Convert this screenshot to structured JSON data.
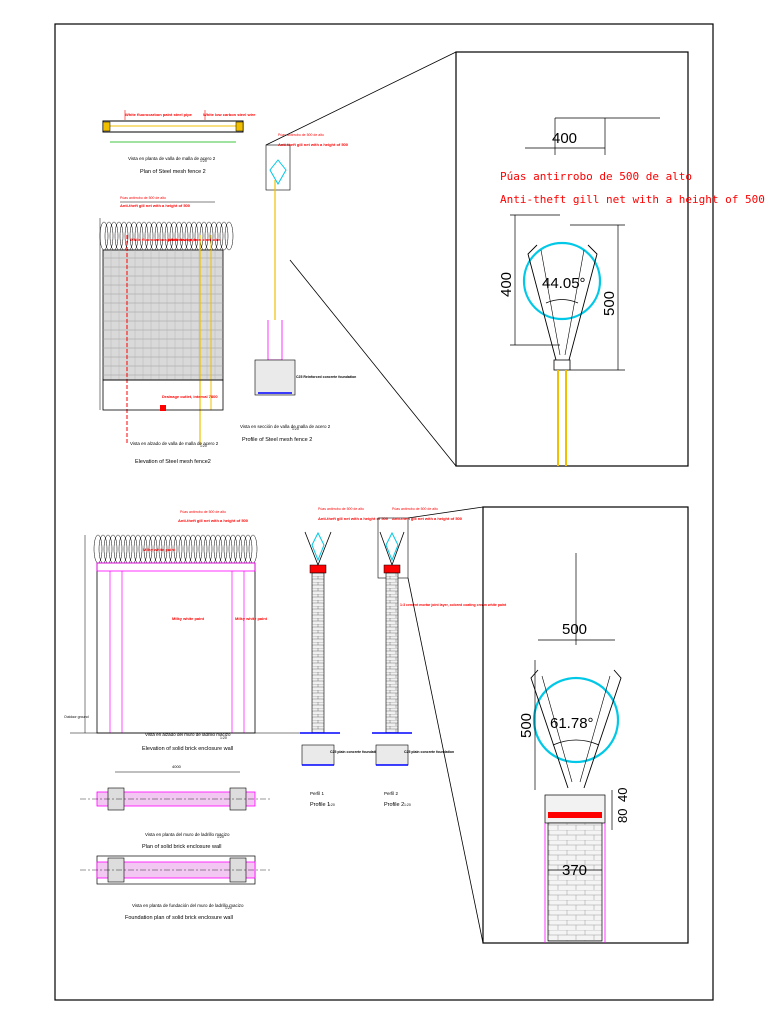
{
  "drawing": {
    "fence_plan": {
      "title": "Plan of Steel mesh fence 2",
      "title_es": "Vista en planta de valla de malla de acero 2",
      "scale": "1:20",
      "label_left": "White fluorocarbon paint steel pipe",
      "label_right": "White low carbon steel wire"
    },
    "fence_elevation": {
      "title": "Elevation of Steel mesh fence2",
      "title_es": "Vista en alzado de valla de malla de acero 2",
      "scale": "1:20",
      "top_label": "Anti-theft gill net with a height of 500",
      "post_label": "White fluorocarbon paint steel pipe",
      "wire_label": "White low carbon steel wire",
      "drain_label": "Drainage outlet, interval 7800"
    },
    "fence_profile": {
      "title": "Profile of Steel mesh fence 2",
      "title_es": "Vista en sección de valla de malla de acero 2",
      "scale": "1:20",
      "top_label": "Anti-theft gill net with a height of 500",
      "base_label": "C25 Reinforced concrete foundation"
    },
    "detail_top": {
      "title_es": "Púas antirrobo de 500 de alto",
      "title_en": "Anti-theft gill net with a height of 500",
      "dim_width": "400",
      "dim_height_left": "400",
      "dim_height_right": "500",
      "angle": "44.05°"
    },
    "wall_elevation": {
      "title": "Elevation of solid brick enclosure wall",
      "title_es": "Vista en alzado del muro de ladrillo macizo",
      "scale": "1:20",
      "top_label": "Anti-theft gill net with a height of 500",
      "cap_label": "Milky white paint",
      "paint_label": "Milky white paint",
      "paint_label2": "Milky white paint",
      "ground_label": "Outdoor ground"
    },
    "wall_plan": {
      "title": "Plan of solid brick enclosure wall",
      "title_es": "Vista en planta del muro de ladrillo macizo",
      "scale": "1:20",
      "dim": "4000"
    },
    "wall_foundation": {
      "title": "Foundation plan of solid brick enclosure wall",
      "title_es": "Vista en planta de fundación del muro de ladrillo macizo",
      "scale": "1:20"
    },
    "profile_1": {
      "title": "Profile 1",
      "title_es": "Perfil 1",
      "scale": "1:20",
      "top_label": "Anti-theft gill net with a height of 500",
      "base_label": "C25 plain concrete foundation"
    },
    "profile_2": {
      "title": "Profile 2",
      "title_es": "Perfil 2",
      "scale": "1:20",
      "top_label": "Anti-theft gill net with a height of 500",
      "side_label": "1:3 cement mortar joint layer, colored coating cream white paint",
      "base_label": "C25 plain concrete foundation"
    },
    "detail_bottom": {
      "dim_width": "500",
      "dim_height": "500",
      "angle": "61.78°",
      "dim_cap": "80",
      "dim_cap2": "40",
      "dim_wall": "370"
    }
  },
  "colors": {
    "line": "#000000",
    "accent_red": "#ff0000",
    "cyan": "#00c8e6",
    "yellow": "#f0c000",
    "magenta": "#ff00ff",
    "green": "#00b000",
    "blue": "#0000ff"
  }
}
